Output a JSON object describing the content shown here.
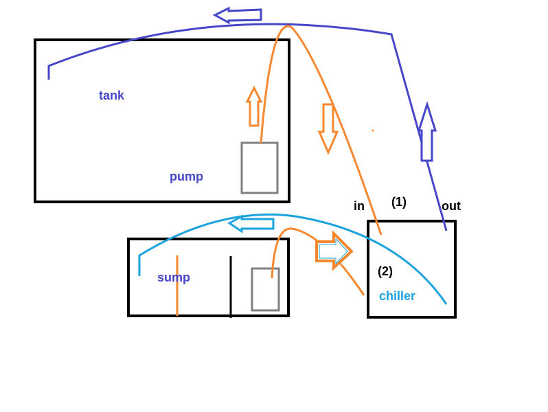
{
  "colors": {
    "tank_loop": "#4646c8",
    "pump_flow": "#f7882f",
    "chiller_loop": "#1ba3df",
    "outline": "#000000",
    "pump_box": "#7f7f7f"
  },
  "labels": {
    "tank": "tank",
    "pump": "pump",
    "sump": "sump",
    "chiller_in": "in",
    "marker_1": "(1)",
    "chiller_out": "out",
    "marker_2": "(2)",
    "chiller": "chiller"
  }
}
